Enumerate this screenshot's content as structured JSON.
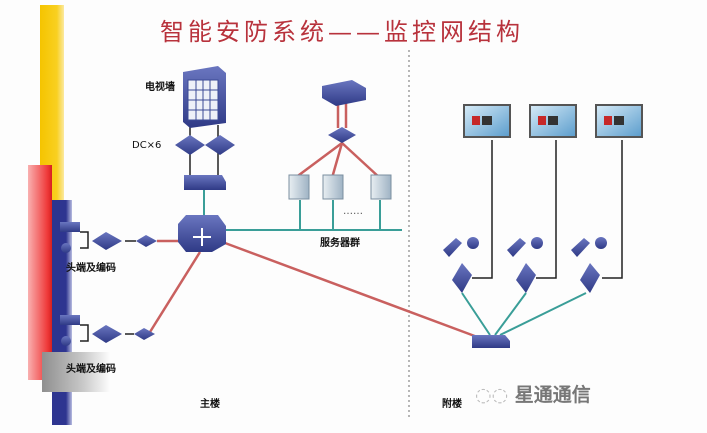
{
  "title": "智能安防系统——监控网结构",
  "labels": {
    "tv_wall": "电视墙",
    "decoder": "DC×6",
    "encoder_top": "头端及编码",
    "encoder_bottom": "头端及编码",
    "server_cluster": "服务器群",
    "ellipsis": "……",
    "main_building": "主楼",
    "annex_building": "附楼"
  },
  "watermark": "星通通信",
  "colors": {
    "title": "#b8323c",
    "trunk_red": "#c9605f",
    "lan_teal": "#3a9e98",
    "device_blue": "#3c4a96",
    "bar_yellow": "#f5c400",
    "bar_red": "#ef3b3b",
    "bar_navy": "#2e3590",
    "bar_gray": "#8f8f8f"
  },
  "zones": [
    "主楼",
    "附楼"
  ],
  "annex_units": 3
}
